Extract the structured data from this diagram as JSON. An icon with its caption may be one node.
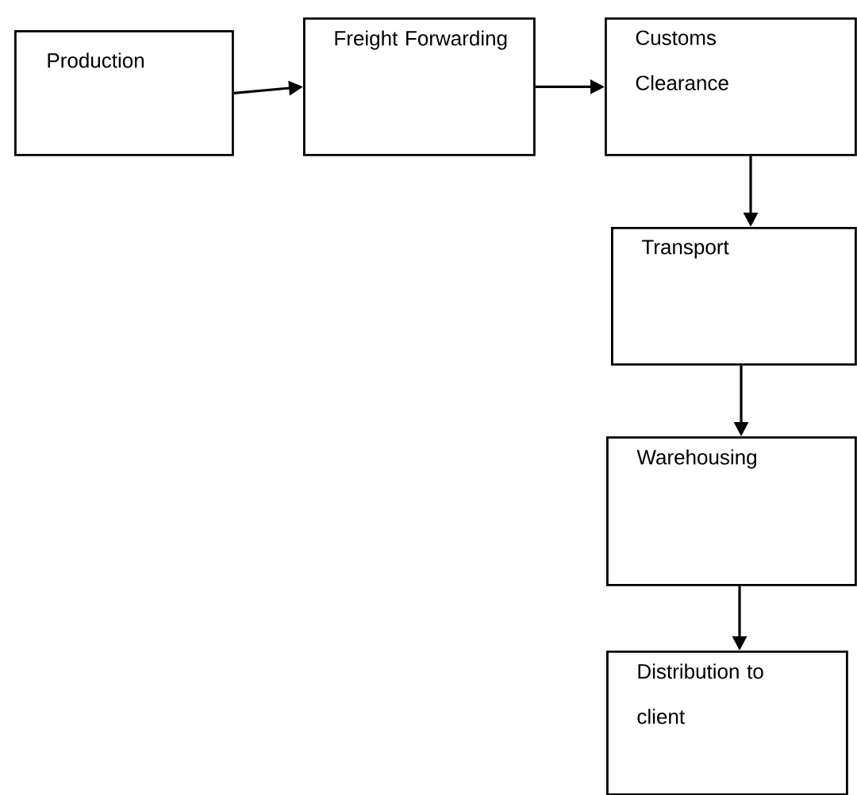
{
  "diagram": {
    "nodes": [
      {
        "text": [
          "Production"
        ]
      },
      {
        "text": [
          "Freight Forwarding"
        ]
      },
      {
        "text": [
          "Customs Clearance"
        ]
      },
      {
        "text": [
          "Transport"
        ]
      },
      {
        "text": [
          "Warehousing"
        ]
      },
      {
        "text": [
          "Distribution to client"
        ]
      }
    ],
    "edges": [
      {
        "from": 0,
        "to": 1,
        "arrow": "to"
      },
      {
        "from": 1,
        "to": 2,
        "arrow": "to"
      },
      {
        "from": 2,
        "to": 3,
        "arrow": "to"
      },
      {
        "from": 3,
        "to": 4,
        "arrow": "to"
      },
      {
        "from": 4,
        "to": 5,
        "arrow": "to"
      }
    ]
  }
}
